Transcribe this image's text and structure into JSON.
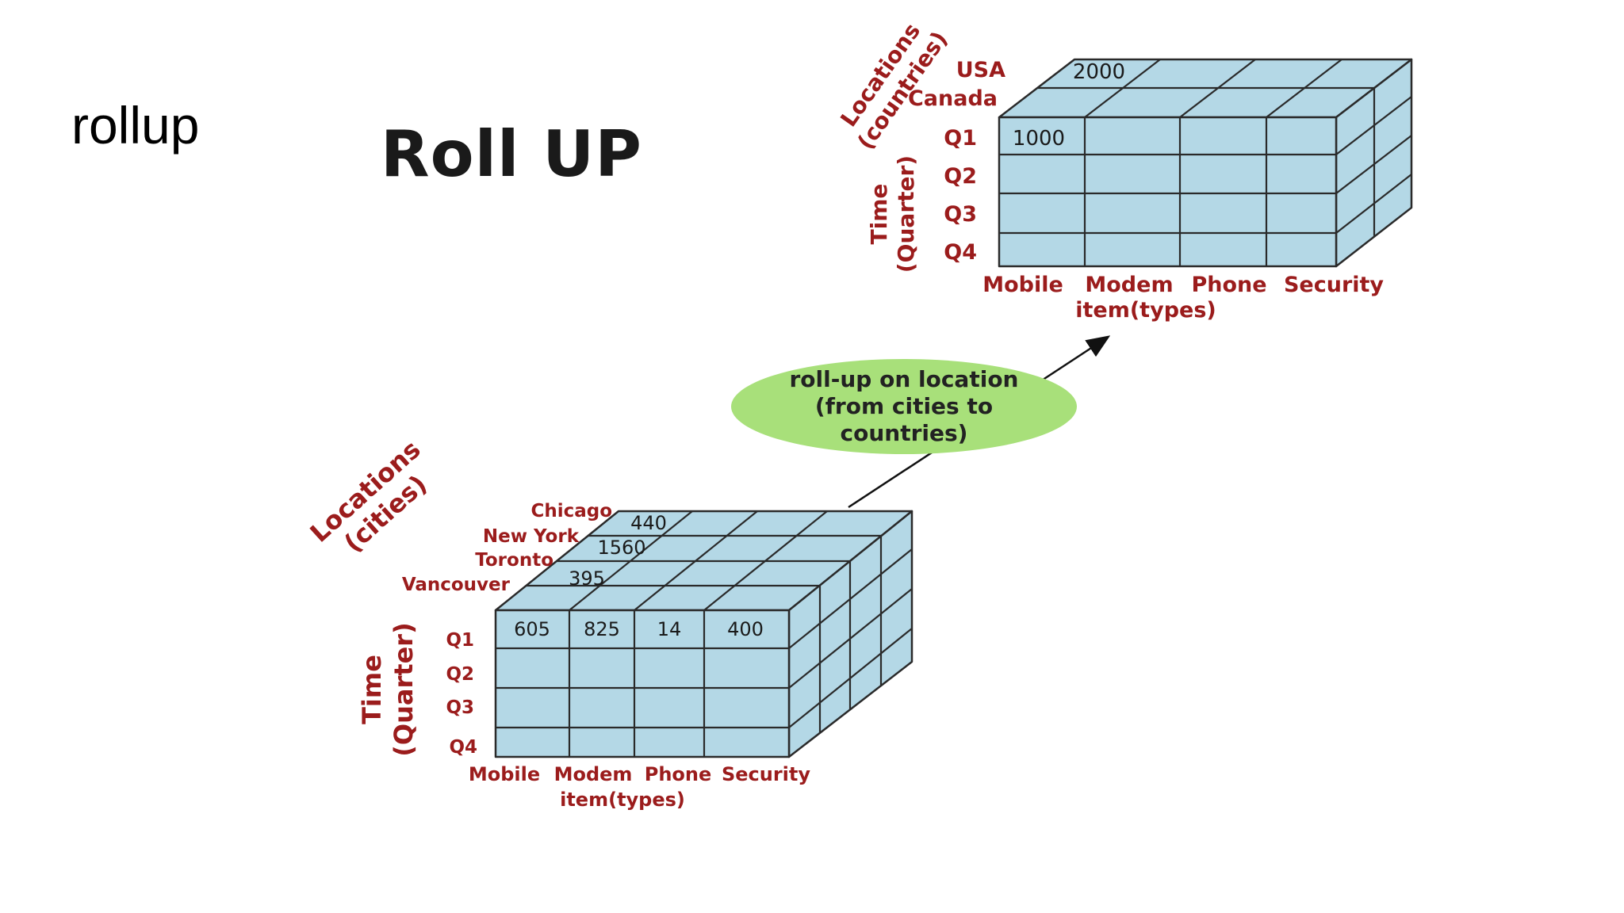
{
  "slide": {
    "title": "rollup"
  },
  "diagram": {
    "title": "Roll UP",
    "operation": {
      "lines": [
        "roll-up on location",
        "(from cities to",
        "countries)"
      ],
      "oval_color": "#a8e07a"
    },
    "colors": {
      "label": "#9b1c1c",
      "cube_fill": "#b4d8e6",
      "grid": "#2a2a2a"
    },
    "source_cube": {
      "location_axis_label": [
        "Locations",
        "(cities)"
      ],
      "time_axis_label": [
        "Time",
        "(Quarter)"
      ],
      "item_axis_label": "item(types)",
      "locations": [
        "Chicago",
        "New York",
        "Toronto",
        "Vancouver"
      ],
      "quarters": [
        "Q1",
        "Q2",
        "Q3",
        "Q4"
      ],
      "items": [
        "Mobile",
        "Modem",
        "Phone",
        "Security"
      ],
      "front_values": [
        "605",
        "825",
        "14",
        "400"
      ],
      "depth_values": [
        "440",
        "1560",
        "395"
      ]
    },
    "target_cube": {
      "location_axis_label": [
        "Locations",
        "(countries)"
      ],
      "time_axis_label": [
        "Time",
        "(Quarter)"
      ],
      "item_axis_label": "item(types)",
      "locations": [
        "USA",
        "Canada"
      ],
      "quarters": [
        "Q1",
        "Q2",
        "Q3",
        "Q4"
      ],
      "items": [
        "Mobile",
        "Modem",
        "Phone",
        "Security"
      ],
      "front_values": [
        "1000"
      ],
      "depth_values": [
        "2000"
      ]
    }
  }
}
